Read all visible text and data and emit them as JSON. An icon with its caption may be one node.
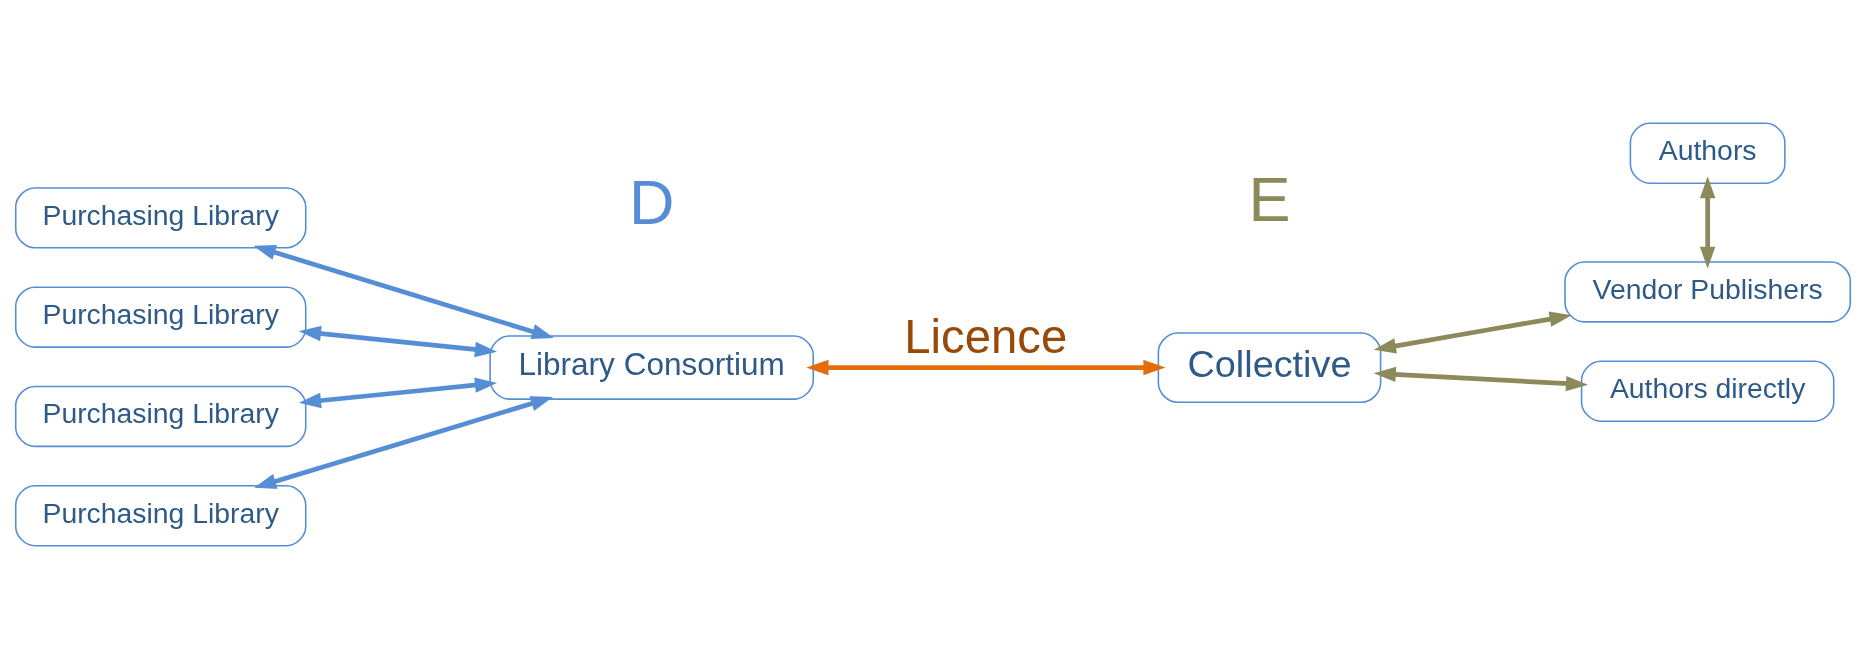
{
  "diagram": {
    "nodes": [
      {
        "text": [
          "Purchasing Library"
        ]
      },
      {
        "text": [
          "Purchasing Library"
        ]
      },
      {
        "text": [
          "Purchasing Library"
        ]
      },
      {
        "text": [
          "Purchasing Library"
        ]
      },
      {
        "text": [
          "Library Consortium"
        ]
      },
      {
        "text": [
          "Collective"
        ]
      },
      {
        "text": [
          "Authors"
        ]
      },
      {
        "text": [
          "Vendor Publishers"
        ]
      },
      {
        "text": [
          "Authors directly"
        ]
      }
    ],
    "edges": [
      {
        "from": 0,
        "to": 4,
        "arrow": "both",
        "color": "#558ed5"
      },
      {
        "from": 1,
        "to": 4,
        "arrow": "both",
        "color": "#558ed5"
      },
      {
        "from": 2,
        "to": 4,
        "arrow": "both",
        "color": "#558ed5"
      },
      {
        "from": 3,
        "to": 4,
        "arrow": "both",
        "color": "#558ed5"
      },
      {
        "from": 4,
        "to": 5,
        "arrow": "both",
        "label": "Licence",
        "color": "#e46c0a"
      },
      {
        "from": 5,
        "to": 7,
        "arrow": "both",
        "color": "#8c8a5a"
      },
      {
        "from": 5,
        "to": 8,
        "arrow": "both",
        "color": "#8c8a5a"
      },
      {
        "from": 6,
        "to": 7,
        "arrow": "both",
        "color": "#8c8a5a"
      }
    ],
    "labels": [
      "D",
      "E"
    ]
  }
}
